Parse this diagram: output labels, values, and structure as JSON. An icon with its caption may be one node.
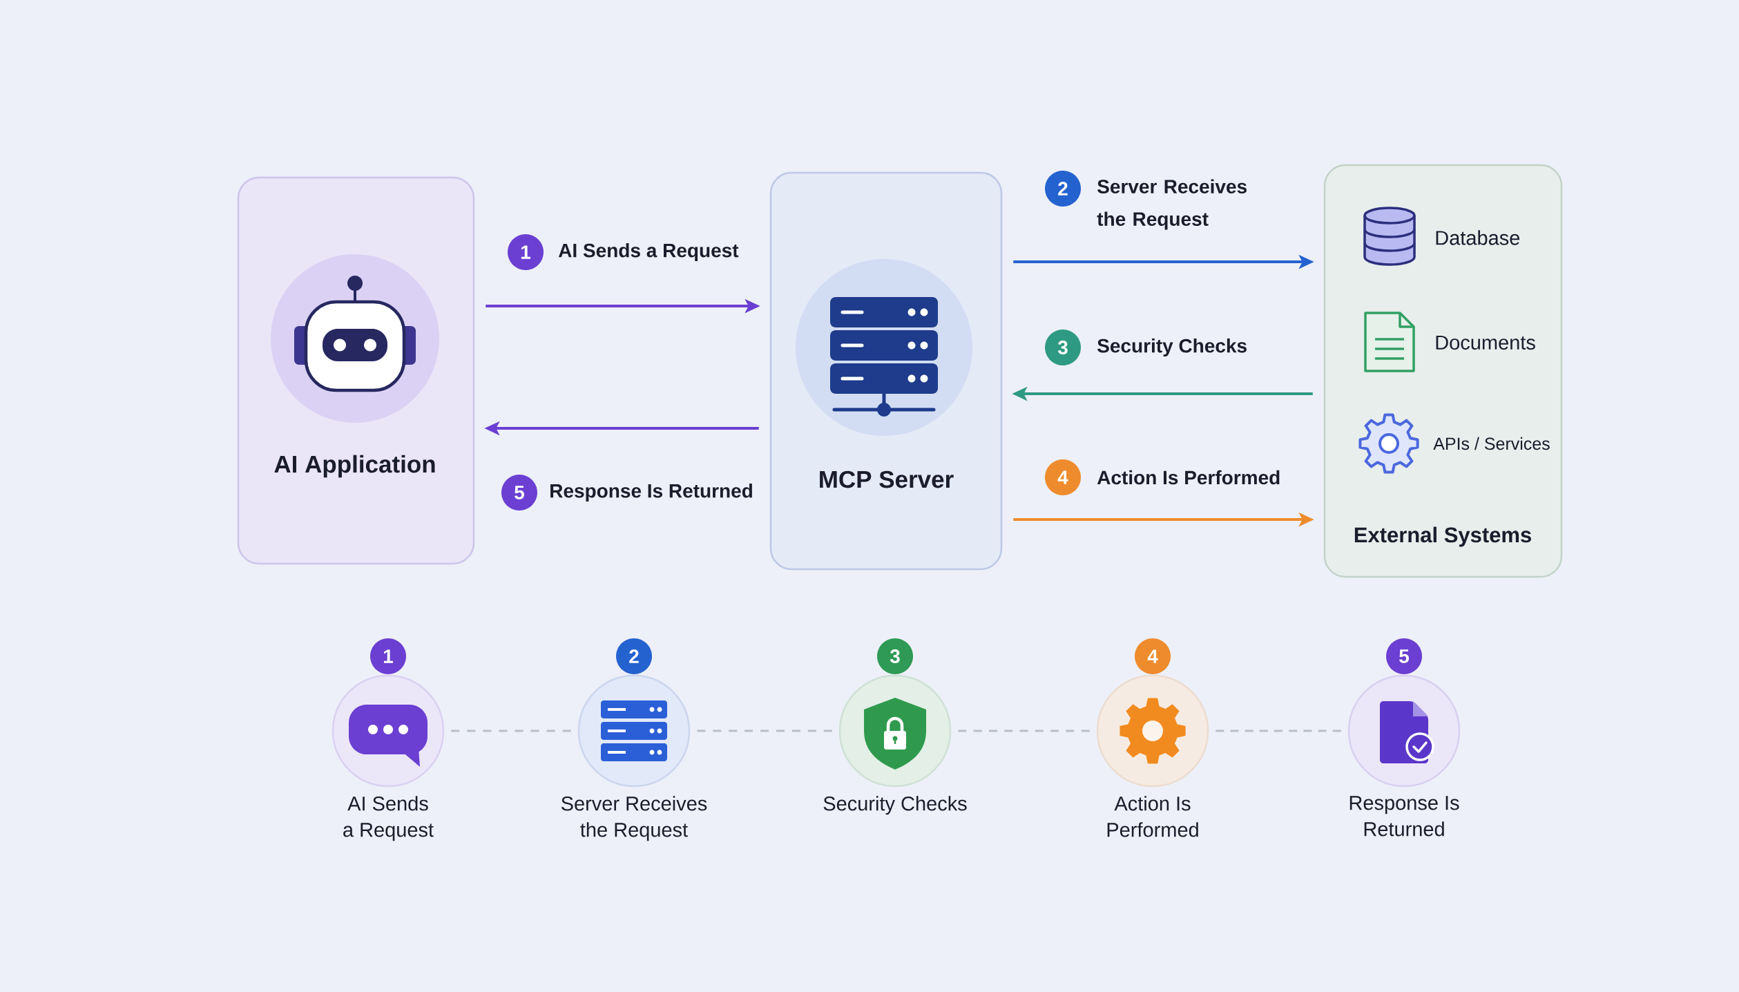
{
  "diagram": {
    "nodes": [
      {
        "text": [
          "AI Application"
        ]
      },
      {
        "text": [
          "1"
        ]
      },
      {
        "text": [
          "5"
        ]
      },
      {
        "text": [
          "MCP Server"
        ]
      },
      {
        "text": [
          "2"
        ]
      },
      {
        "text": [
          "3"
        ]
      },
      {
        "text": [
          "4"
        ]
      },
      {
        "text": [
          "Database",
          "Documents",
          "APIs / Services",
          "External Systems"
        ]
      },
      {
        "text": [
          "1"
        ]
      },
      {
        "text": [],
        "shape": "circle",
        "beside": [
          "AI Sends a Request"
        ]
      },
      {
        "text": [
          "2"
        ]
      },
      {
        "text": [],
        "shape": "circle",
        "beside": [
          "Server Receives the Request"
        ]
      },
      {
        "text": [
          "3"
        ]
      },
      {
        "text": [],
        "shape": "circle",
        "beside": [
          "Security Checks"
        ]
      },
      {
        "text": [
          "4"
        ]
      },
      {
        "text": [],
        "shape": "circle",
        "beside": [
          "Action Is Performed"
        ]
      },
      {
        "text": [
          "5"
        ]
      },
      {
        "text": [],
        "shape": "circle",
        "beside": [
          "Response Is Returned"
        ]
      }
    ],
    "edges": [
      {
        "from": 0,
        "to": 3,
        "arrow": "to",
        "label": "AI Sends a Request",
        "color": "#6b3fd2"
      },
      {
        "from": 3,
        "to": 7,
        "arrow": "to",
        "label": "Server Receives the Request",
        "color": "#2462cf"
      },
      {
        "from": 7,
        "to": 3,
        "arrow": "to",
        "label": "Security Checks",
        "color": "#2f9a83"
      },
      {
        "from": 3,
        "to": 7,
        "arrow": "to",
        "label": "Action Is Performed",
        "color": "#ee8b2c"
      },
      {
        "from": 3,
        "to": 0,
        "arrow": "to",
        "label": "Response Is Returned",
        "color": "#6b3fd2"
      },
      {
        "from": 9,
        "to": 11,
        "arrow": "none",
        "style": "dashed",
        "color": "#b9bdc8"
      },
      {
        "from": 11,
        "to": 13,
        "arrow": "none",
        "style": "dashed",
        "color": "#b9bdc8"
      },
      {
        "from": 13,
        "to": 15,
        "arrow": "none",
        "style": "dashed",
        "color": "#b9bdc8"
      },
      {
        "from": 15,
        "to": 17,
        "arrow": "none",
        "style": "dashed",
        "color": "#b9bdc8"
      }
    ]
  }
}
